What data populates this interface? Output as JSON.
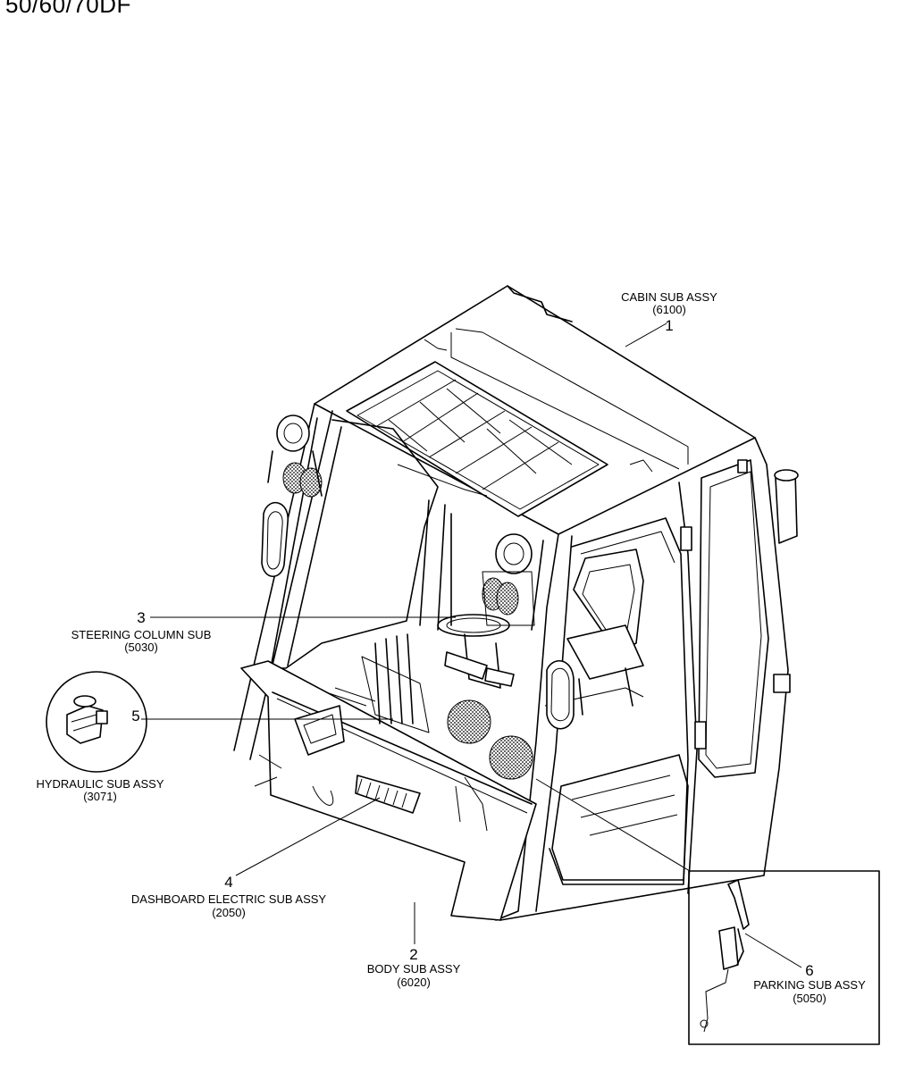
{
  "title": "50/60/70DF",
  "callouts": [
    {
      "number": "1",
      "name": "CABIN SUB ASSY",
      "code": "(6100)"
    },
    {
      "number": "2",
      "name": "BODY SUB ASSY",
      "code": "(6020)"
    },
    {
      "number": "3",
      "name": "STEERING COLUMN SUB",
      "code": "(5030)"
    },
    {
      "number": "4",
      "name": "DASHBOARD ELECTRIC SUB ASSY",
      "code": "(2050)"
    },
    {
      "number": "5",
      "name": "HYDRAULIC SUB ASSY",
      "code": "(3071)"
    },
    {
      "number": "6",
      "name": "PARKING SUB ASSY",
      "code": "(5050)"
    }
  ]
}
